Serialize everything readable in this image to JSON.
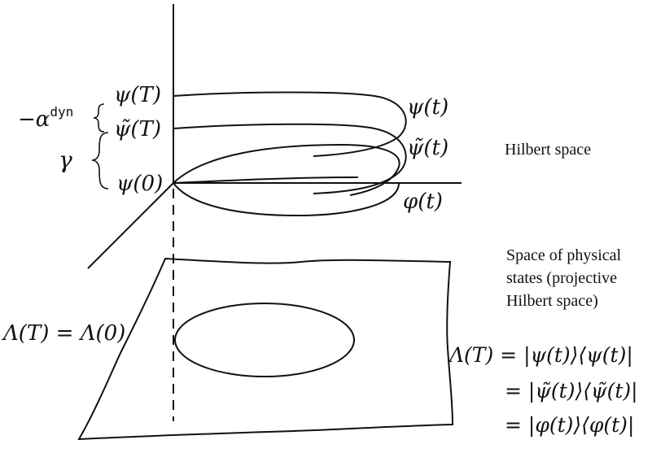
{
  "labels": {
    "alpha_dyn": "−α",
    "alpha_dyn_sup": "dyn",
    "gamma": "γ",
    "psi_T": "ψ(T)",
    "psi_tilde_T": "ψ̃(T)",
    "psi_0": "ψ(0)",
    "psi_t": "ψ(t)",
    "psi_tilde_t": "ψ̃(t)",
    "phi_t": "φ(t)",
    "hilbert_space": "Hilbert space",
    "physical_space": [
      "Space of physical",
      "states (projective",
      "Hilbert space)"
    ],
    "lambda_eq": "Λ(T) = Λ(0)",
    "eq_line1": "Λ(T) = |ψ(t)⟩⟨ψ(t)|",
    "eq_line2": "= |ψ̃(t)⟩⟨ψ̃(t)|",
    "eq_line3": "= |φ(t)⟩⟨φ(t)|"
  }
}
